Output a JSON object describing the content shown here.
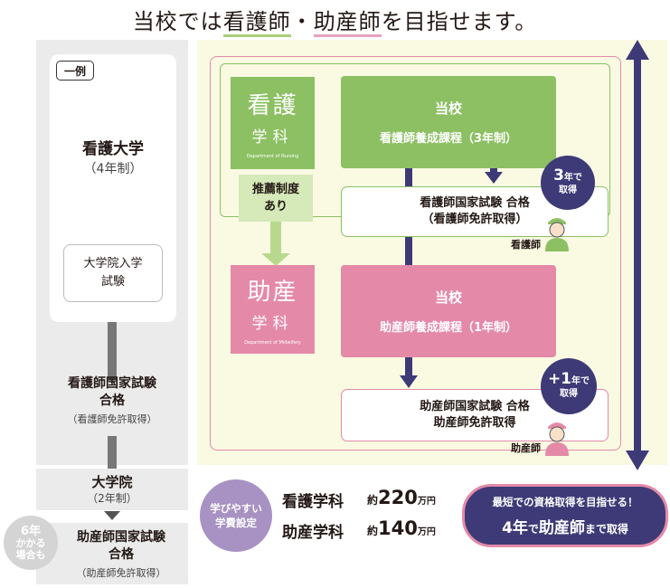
{
  "title": {
    "pre": "当校では",
    "nursing": "看護師",
    "dot": "・",
    "midwife": "助産師",
    "post": "を目指せます。"
  },
  "example": {
    "badge": "一例",
    "university": "看護大学",
    "university_years": "（4年制）",
    "grad_exam": [
      "大学院入学",
      "試験"
    ],
    "nurse_pass": [
      "看護師国家試験",
      "合格"
    ],
    "nurse_pass_note": "（看護師免許取得）",
    "grad_school": "大学院",
    "grad_school_years": "（2年制）",
    "midwife_pass": [
      "助産師国家試験",
      "合格"
    ],
    "midwife_pass_note": "（助産師免許取得）",
    "six_years": [
      "6年",
      "かかる",
      "場合も"
    ]
  },
  "school": {
    "nursing_dept": {
      "main": "看護",
      "sub": "学科",
      "en": "Department of Nursing"
    },
    "midwife_dept": {
      "main": "助産",
      "sub": "学科",
      "en": "Department of Midwifery"
    },
    "recommendation": [
      "推薦制度",
      "あり"
    ],
    "nursing_course": {
      "top": "当校",
      "name": "看護師養成課程（3年制）"
    },
    "midwife_course": {
      "top": "当校",
      "name": "助産師養成課程（1年制）"
    },
    "nurse_exam": [
      "看護師国家試験 合格",
      "（看護師免許取得）"
    ],
    "midwife_exam": [
      "助産師国家試験 合格",
      "助産師免許取得"
    ],
    "bubble_three": {
      "num": "3",
      "unit": "年で",
      "text": "取得"
    },
    "bubble_plus_one": {
      "num": "+1",
      "unit": "年で",
      "text": "取得"
    },
    "nurse_label": "看護師",
    "midwife_label": "助産師"
  },
  "tuition": {
    "badge": [
      "学びやすい",
      "学費設定"
    ],
    "fees": [
      {
        "dept": "看護学科",
        "approx": "約",
        "amount": "220",
        "unit": "万円"
      },
      {
        "dept": "助産学科",
        "approx": "約",
        "amount": "140",
        "unit": "万円"
      }
    ]
  },
  "cta": {
    "line1": "最短での資格取得を目指せる！",
    "years": "4年",
    "mid": "で",
    "role": "助産師",
    "end": "まで取得"
  },
  "colors": {
    "green": "#8cc063",
    "pink": "#e48aa8",
    "navy": "#3d3a77",
    "purple": "#a892c3",
    "gray": "#ebebeb"
  }
}
